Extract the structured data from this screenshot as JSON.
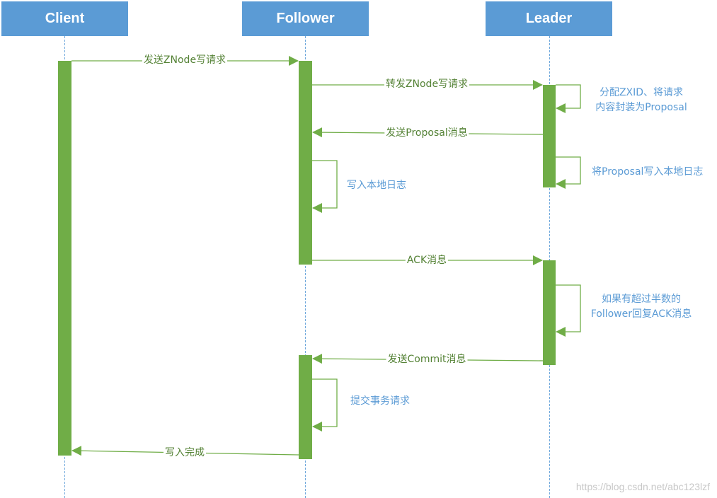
{
  "actors": {
    "client": "Client",
    "follower": "Follower",
    "leader": "Leader"
  },
  "messages": {
    "send_write_request": "发送ZNode写请求",
    "forward_write_request": "转发ZNode写请求",
    "send_proposal": "发送Proposal消息",
    "ack": "ACK消息",
    "send_commit": "发送Commit消息",
    "write_complete": "写入完成"
  },
  "notes": {
    "assign_zxid_line1": "分配ZXID、将请求",
    "assign_zxid_line2": "内容封装为Proposal",
    "leader_write_log": "将Proposal写入本地日志",
    "follower_write_log": "写入本地日志",
    "majority_ack_line1": "如果有超过半数的",
    "majority_ack_line2": "Follower回复ACK消息",
    "commit_transaction": "提交事务请求"
  },
  "watermark": "https://blog.csdn.net/abc123lzf",
  "colors": {
    "actor_box": "#5b9bd5",
    "activation": "#70ad47",
    "message_text": "#548235",
    "note_text": "#5b9bd5",
    "lifeline": "#6fa8dc"
  }
}
